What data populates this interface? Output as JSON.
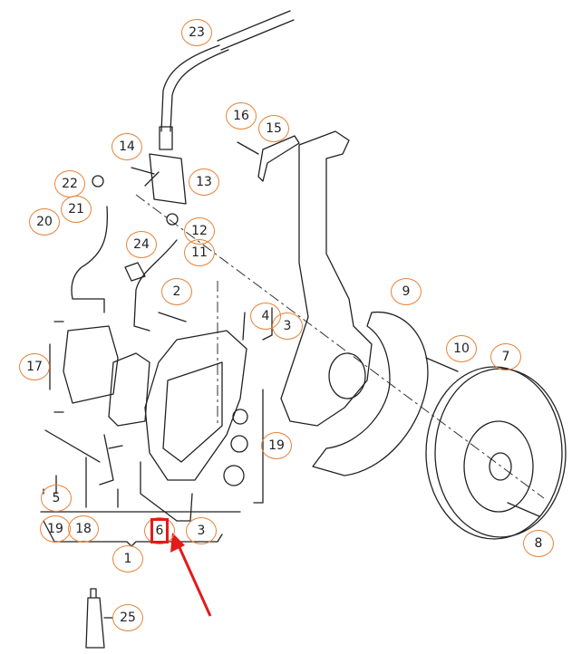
{
  "callouts": {
    "c23": "23",
    "c16": "16",
    "c15": "15",
    "c14": "14",
    "c13": "13",
    "c22": "22",
    "c21": "21",
    "c20": "20",
    "c12": "12",
    "c24": "24",
    "c11": "11",
    "c2": "2",
    "c9": "9",
    "c4": "4",
    "c3a": "3",
    "c10": "10",
    "c7": "7",
    "c17": "17",
    "c19a": "19",
    "c5": "5",
    "c19b": "19",
    "c18": "18",
    "c6": "6",
    "c3b": "3",
    "c1": "1",
    "c8": "8",
    "c25": "25"
  },
  "highlight": {
    "part": "6",
    "color": "#e21b1b"
  },
  "colors": {
    "callout_border": "#e8833a",
    "arrow": "#e21b1b",
    "line": "#222222"
  }
}
